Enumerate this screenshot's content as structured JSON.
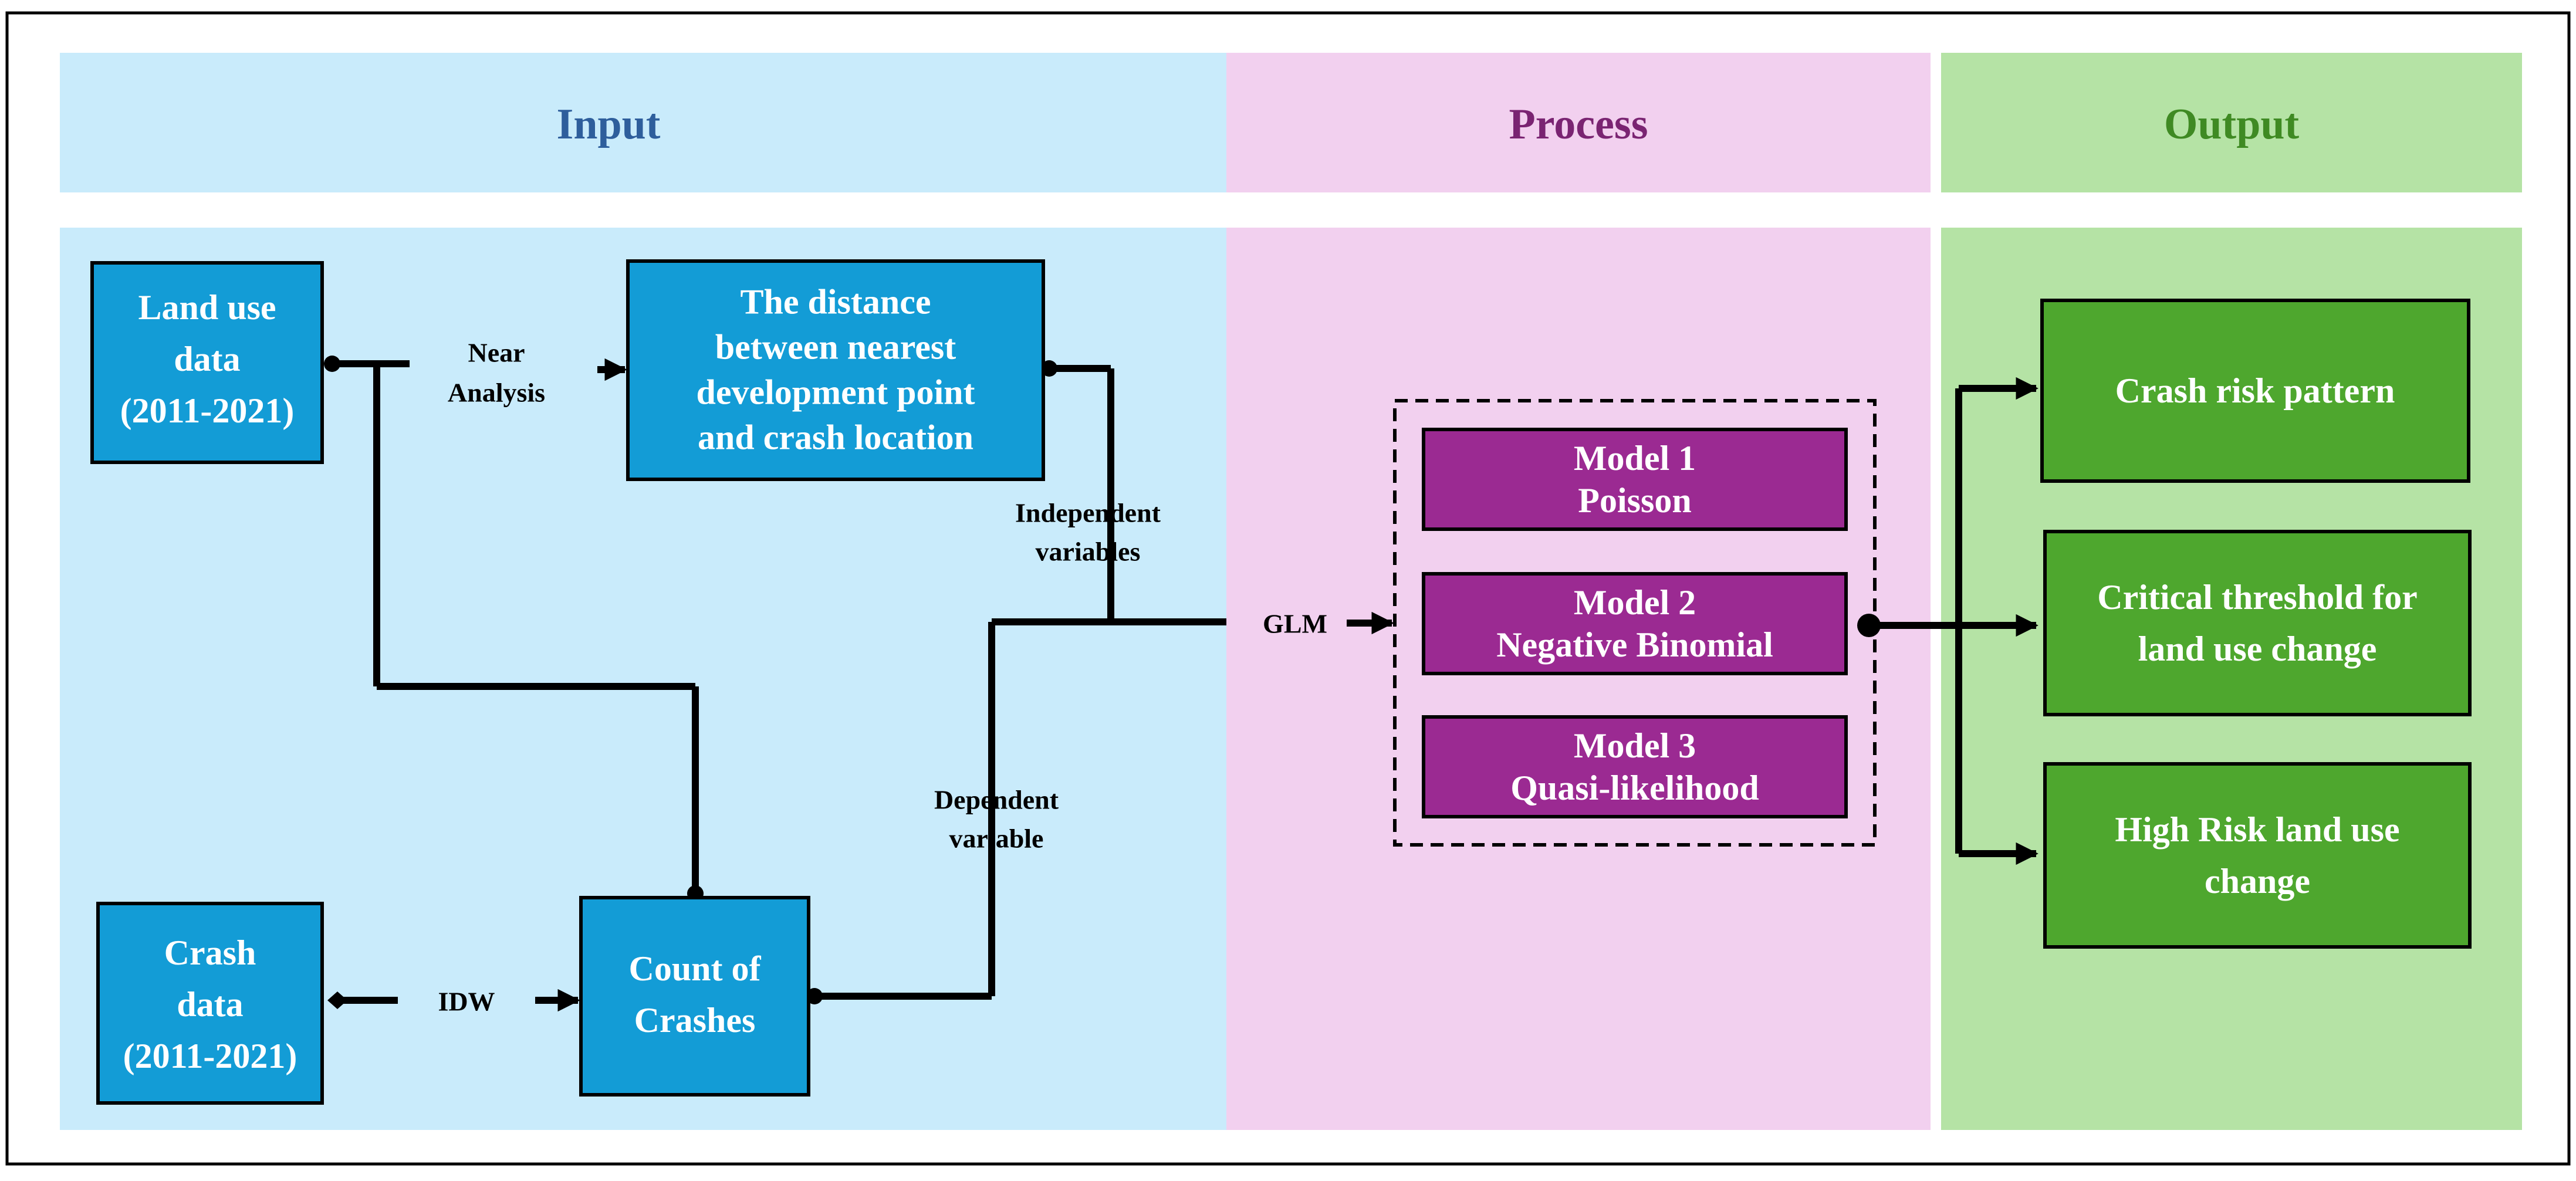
{
  "colors": {
    "input_bg": "#c9ebfb",
    "process_bg": "#f2d0ef",
    "output_bg": "#b5e3a5",
    "input_box": "#139cd6",
    "process_box": "#9b2a92",
    "output_box": "#4ea72e",
    "input_title": "#2e5e9c",
    "process_title": "#7a2472",
    "output_title": "#3f8a23"
  },
  "columns": {
    "input_title": "Input",
    "process_title": "Process",
    "output_title": "Output"
  },
  "boxes": {
    "land_use": [
      "Land use",
      "data",
      "(2011-2021)"
    ],
    "distance": [
      "The distance",
      "between nearest",
      "development point",
      "and crash location"
    ],
    "crash_data": [
      "Crash",
      "data",
      "(2011-2021)"
    ],
    "count": [
      "Count of",
      "Crashes"
    ],
    "model1": [
      "Model 1",
      "Poisson"
    ],
    "model2": [
      "Model 2",
      "Negative Binomial"
    ],
    "model3": [
      "Model 3",
      "Quasi-likelihood"
    ],
    "crash_risk": [
      "Crash risk pattern"
    ],
    "critical": [
      "Critical threshold for",
      "land use change"
    ],
    "high_risk": [
      "High Risk land use",
      "change"
    ]
  },
  "labels": {
    "near_analysis": [
      "Near",
      "Analysis"
    ],
    "idw": [
      "IDW"
    ],
    "independent": [
      "Independent",
      "variables"
    ],
    "dependent": [
      "Dependent",
      "variable"
    ],
    "glm": [
      "GLM"
    ]
  }
}
